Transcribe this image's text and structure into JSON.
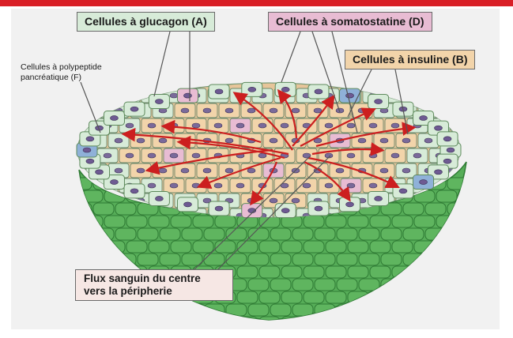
{
  "labels": {
    "glucagon": "Cellules à glucagon (A)",
    "somatostatin": "Cellules à somatostatine (D)",
    "insulin": "Cellules à insuline (B)",
    "polypeptide": "Cellules à polypeptide pancréatique (F)",
    "blood_flow": "Flux sanguin du centre vers la péripherie"
  },
  "colors": {
    "top_bar": "#d91f26",
    "alpha_cell": "#d7ebd8",
    "delta_cell": "#e8bcd3",
    "beta_cell": "#f2d4aa",
    "pp_cell": "#8fb1d8",
    "exterior_cell": "#5fb55f",
    "arrow": "#cc1f1f"
  }
}
